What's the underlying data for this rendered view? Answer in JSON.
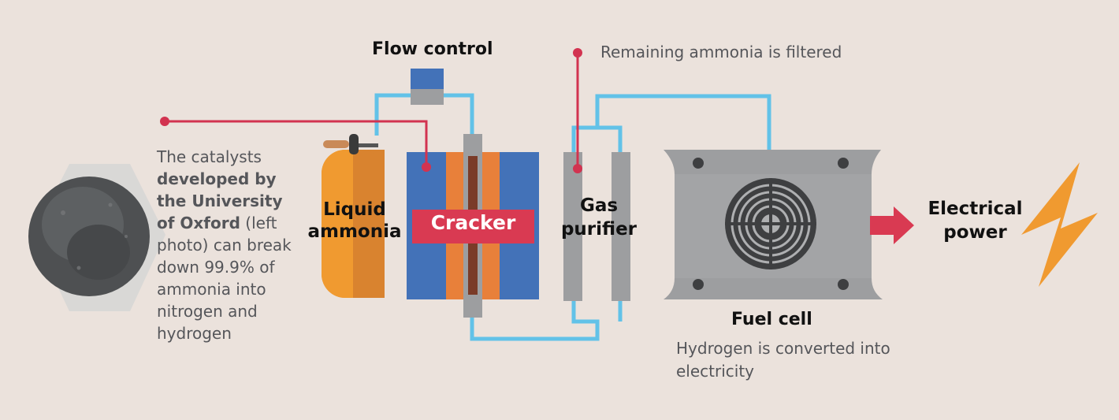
{
  "labels": {
    "flow_control": "Flow control",
    "remaining_ammonia": "Remaining ammonia is filtered",
    "liquid_ammonia": "Liquid ammonia",
    "cracker": "Cracker",
    "gas_purifier": "Gas purifier",
    "fuel_cell": "Fuel cell",
    "fuel_cell_note": "Hydrogen is converted into electricity",
    "electrical_power": "Electrical power"
  },
  "description": {
    "part1": "The catalysts ",
    "bold": "developed by the University of Oxford",
    "part2": " (left photo) can break down 99.9% of ammonia into nitrogen and hydrogen"
  },
  "icons": {
    "catalyst_photo": "catalyst-powder-photo",
    "lightning": "lightning-bolt-icon",
    "arrow": "right-arrow-icon",
    "fan": "fan-icon"
  },
  "colors": {
    "background": "#ebe2dc",
    "pipe": "#62c2e8",
    "pointer": "#d23350",
    "tank": "#f09a30",
    "cracker_blue": "#4372b8",
    "cracker_orange": "#e8803a",
    "cracker_label": "#d93a52",
    "grey": "#9d9ea0",
    "bolt": "#f09a30"
  }
}
